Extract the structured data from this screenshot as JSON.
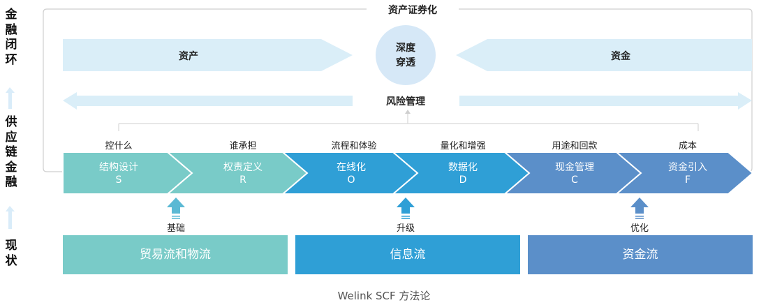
{
  "left_stack": [
    {
      "chars": [
        "金",
        "融",
        "闭",
        "环"
      ]
    },
    {
      "chars": [
        "供",
        "应",
        "链",
        "金",
        "融"
      ]
    },
    {
      "chars": [
        "现",
        "状"
      ]
    }
  ],
  "top": {
    "title": "资产证券化",
    "left_arrow": "资产",
    "right_arrow": "资金",
    "circle": [
      "深度",
      "穿透"
    ],
    "risk": "风险管理"
  },
  "chevrons": [
    {
      "top_label": "控什么",
      "name": "结构设计",
      "letter": "S",
      "color": "#79CBC8"
    },
    {
      "top_label": "谁承担",
      "name": "权责定义",
      "letter": "R",
      "color": "#79CBC8"
    },
    {
      "top_label": "流程和体验",
      "name": "在线化",
      "letter": "O",
      "color": "#2F9FD6"
    },
    {
      "top_label": "量化和增强",
      "name": "数据化",
      "letter": "D",
      "color": "#2F9FD6"
    },
    {
      "top_label": "用途和回款",
      "name": "现金管理",
      "letter": "C",
      "color": "#5B8FC9"
    },
    {
      "top_label": "成本",
      "name": "资金引入",
      "letter": "F",
      "color": "#5B8FC9"
    }
  ],
  "up_arrows": [
    {
      "label": "基础"
    },
    {
      "label": "升级"
    },
    {
      "label": "优化"
    }
  ],
  "bands": [
    {
      "label": "贸易流和物流",
      "color": "#79CBC8"
    },
    {
      "label": "信息流",
      "color": "#2F9FD6"
    },
    {
      "label": "资金流",
      "color": "#5B8FC9"
    }
  ],
  "caption": "Welink SCF 方法论"
}
